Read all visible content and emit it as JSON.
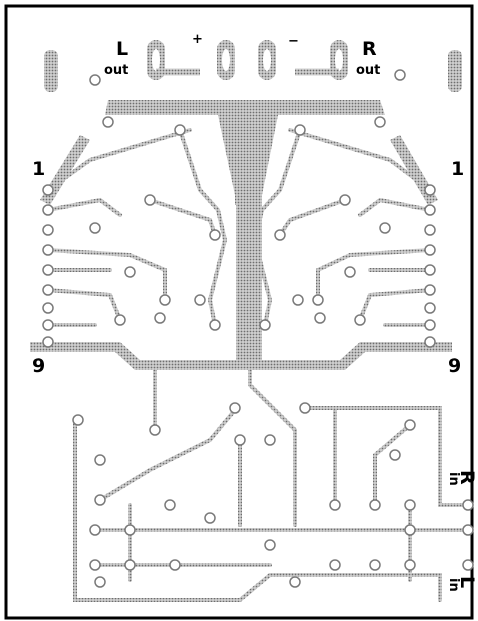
{
  "labels": {
    "L": "L",
    "L_out": "out",
    "R": "R",
    "R_out": "out",
    "plus": "+",
    "minus": "−",
    "pin_top_left": "1",
    "pin_top_right": "1",
    "pin_bottom_left": "9",
    "pin_bottom_right": "9",
    "in_R_in": "in",
    "in_R_letter": "R",
    "in_L_in": "in",
    "in_L_letter": "L"
  },
  "colors": {
    "trace": "#8a8a8a",
    "pad_fill": "#ffffff",
    "pad_stroke": "#7a7a7a",
    "border": "#000000",
    "text": "#000000"
  }
}
